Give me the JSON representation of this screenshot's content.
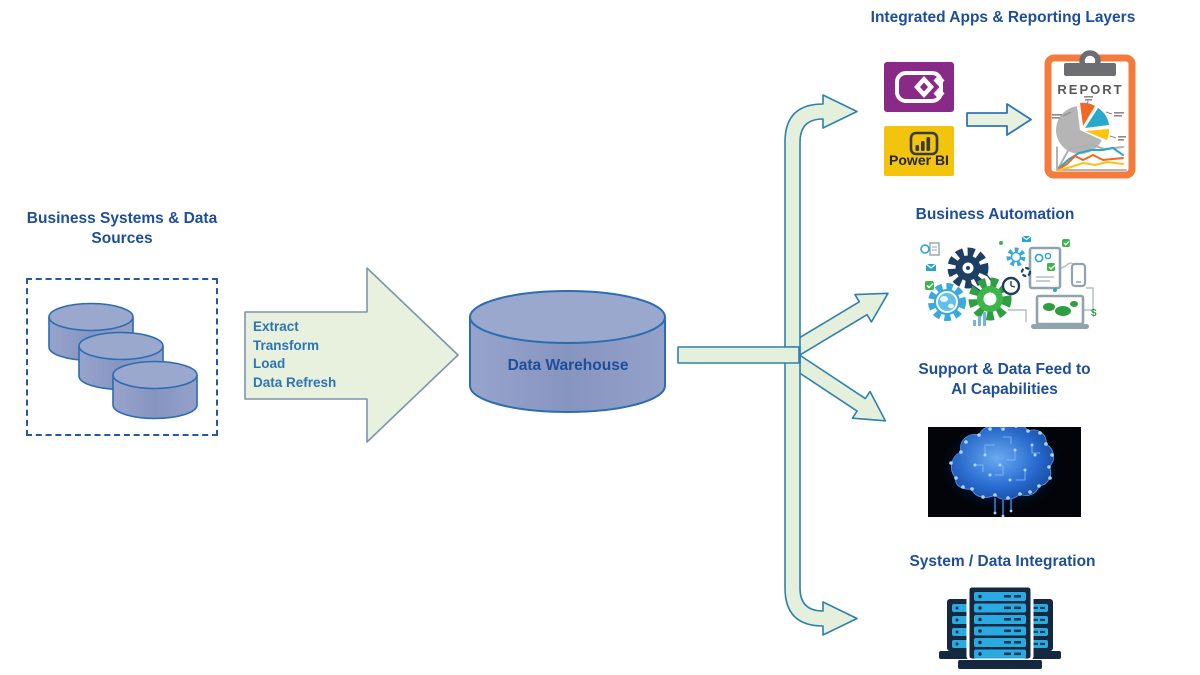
{
  "canvas": {
    "background": "#ffffff"
  },
  "palette": {
    "title_blue": "#1f4e99",
    "etl_text_blue": "#2e74b5",
    "flow_fill_green": "#e4f0dc",
    "flow_stroke_teal": "#2e81ae",
    "big_arrow_stroke": "#7e93ae",
    "cylinder_fill": "#8d9cc6",
    "cylinder_stroke": "#2a6db0",
    "power_apps_purple": "#8a2a88",
    "power_bi_yellow": "#f2c40d",
    "clipboard_orange": "#f57b3d",
    "server_navy": "#14283f",
    "server_blue": "#29abe2"
  },
  "source": {
    "title": "Business Systems & Data Sources",
    "icon": "database-cylinders"
  },
  "etl_arrow": {
    "steps": [
      "Extract",
      "Transform",
      "Load",
      "Data Refresh"
    ]
  },
  "warehouse": {
    "label": "Data Warehouse"
  },
  "outputs": {
    "reporting": {
      "title": "Integrated Apps & Reporting Layers",
      "power_bi_label": "Power BI",
      "report_label": "REPORT",
      "icons": [
        "power-apps-icon",
        "power-bi-icon",
        "report-clipboard-icon"
      ]
    },
    "automation": {
      "title": "Business Automation",
      "icon": "gears-automation-illustration"
    },
    "ai": {
      "title": "Support & Data Feed to AI Capabilities",
      "icon": "ai-brain-image"
    },
    "integration": {
      "title": "System / Data Integration",
      "icon": "server-stack-icon"
    }
  }
}
